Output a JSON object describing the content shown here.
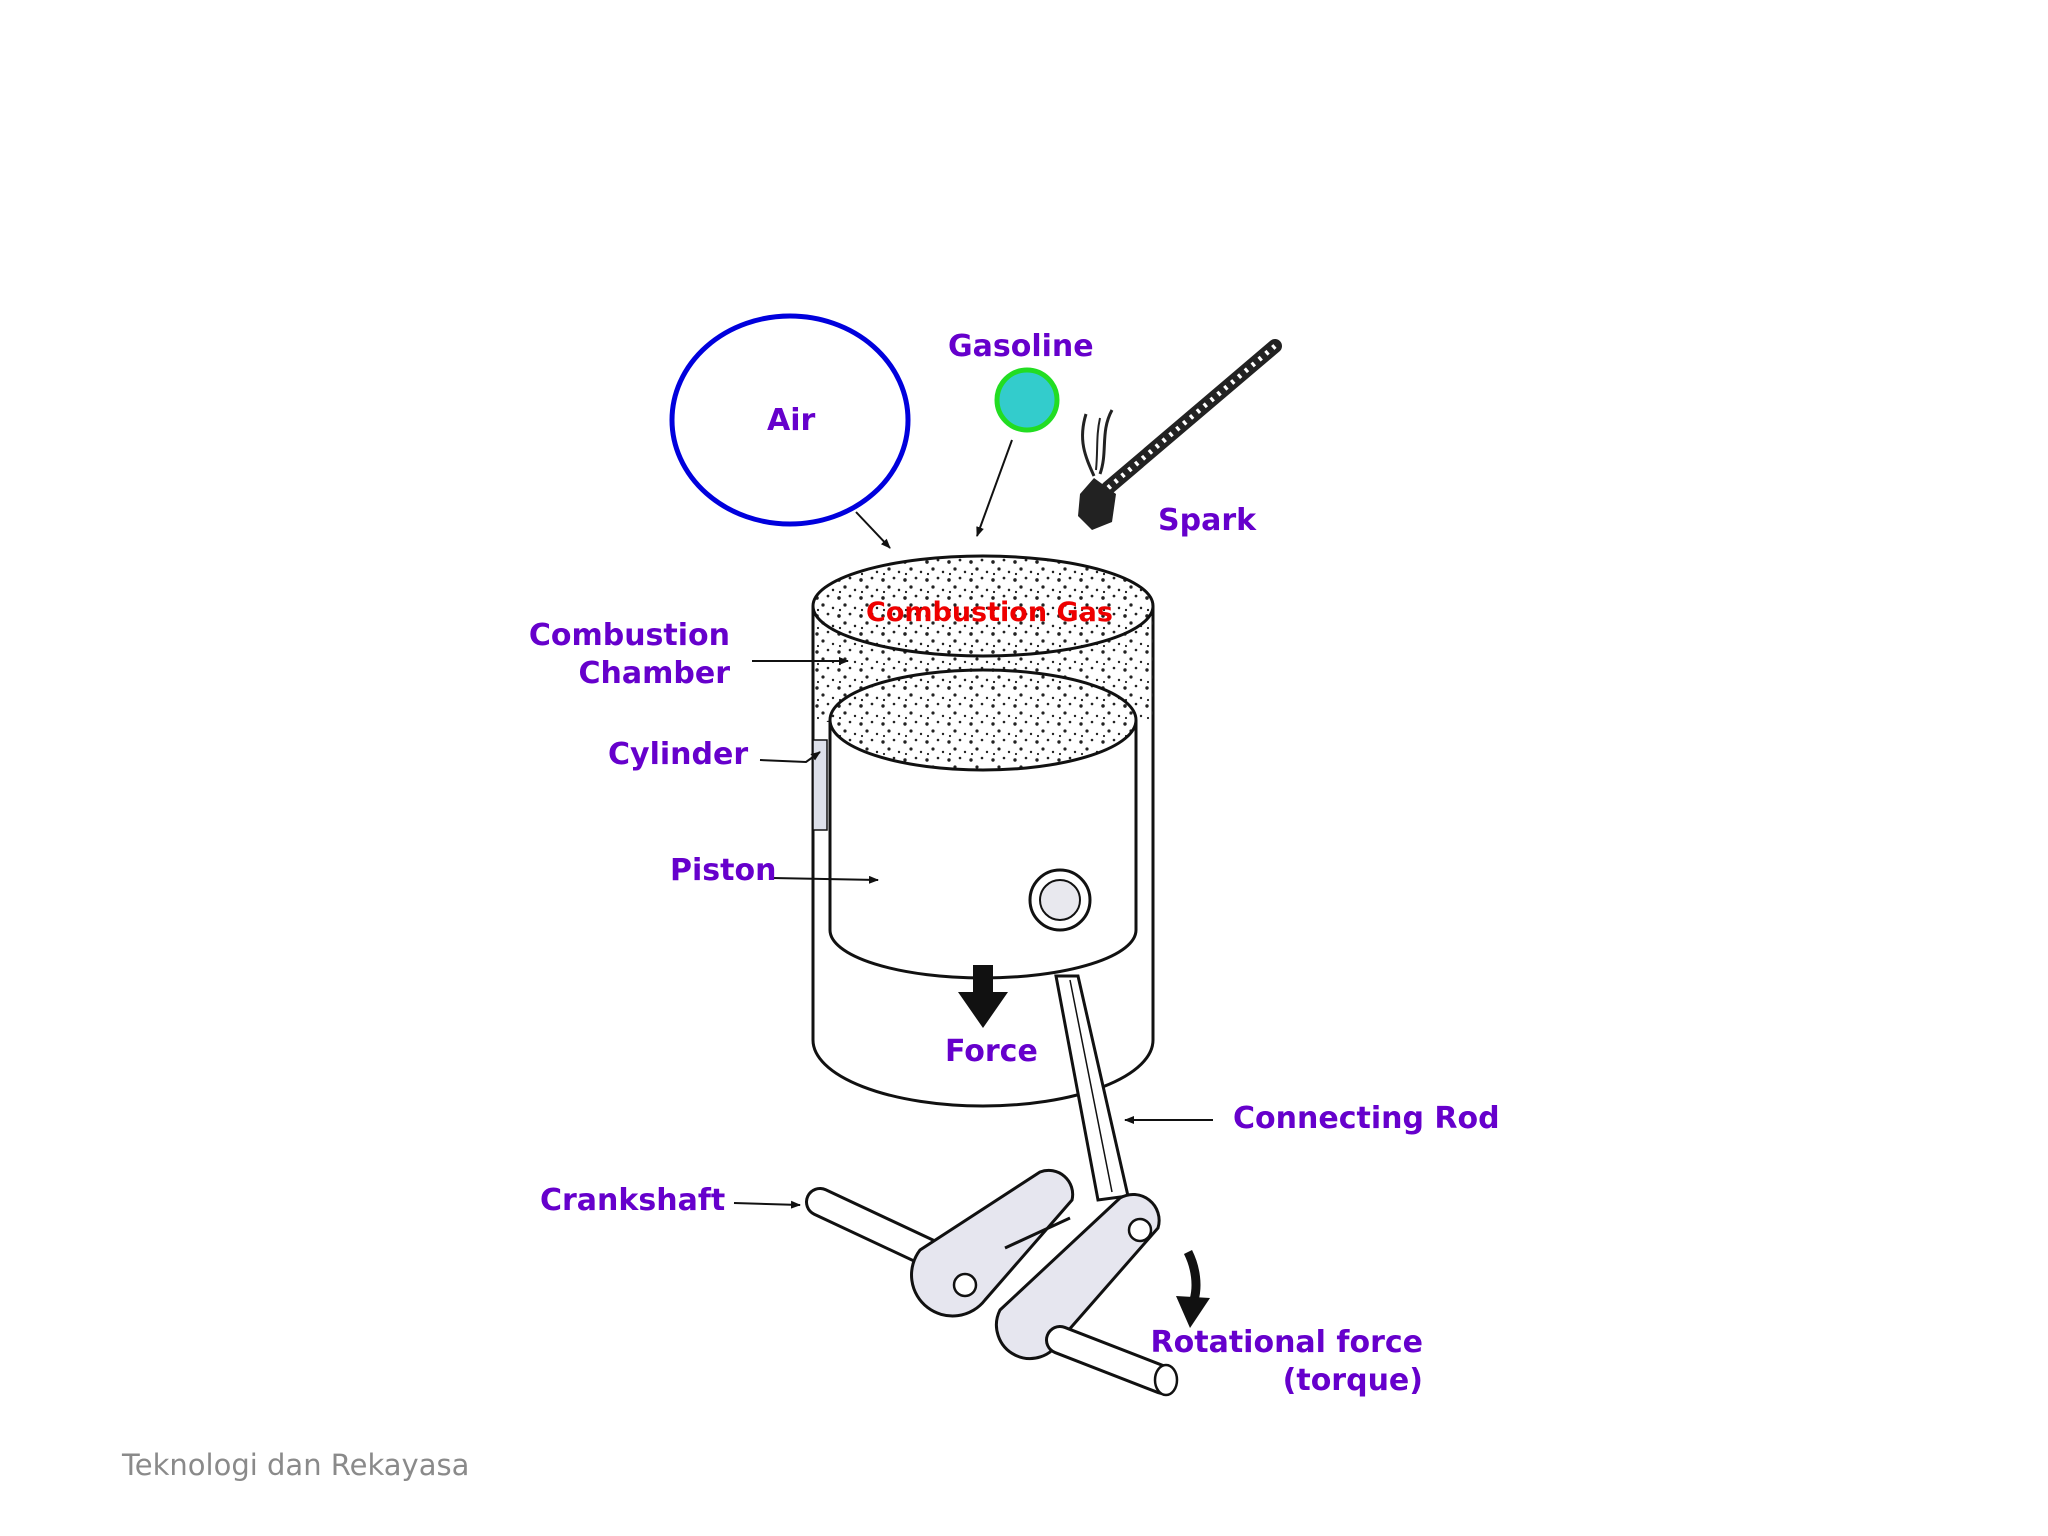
{
  "labels": {
    "air": "Air",
    "gasoline": "Gasoline",
    "spark": "Spark",
    "combustion_gas": "Combustion Gas",
    "combustion_chamber_line1": "Combustion",
    "combustion_chamber_line2": "Chamber",
    "cylinder": "Cylinder",
    "piston": "Piston",
    "force": "Force",
    "connecting_rod": "Connecting Rod",
    "crankshaft": "Crankshaft",
    "rotational_force_line1": "Rotational force",
    "rotational_force_line2": "(torque)"
  },
  "footer": "Teknologi dan Rekayasa",
  "colors": {
    "label": "#6600cc",
    "combustion_gas": "#ee0000",
    "air_circle": "#0000dd",
    "gasoline_fill": "#33cccc",
    "gasoline_ring": "#22dd22"
  }
}
